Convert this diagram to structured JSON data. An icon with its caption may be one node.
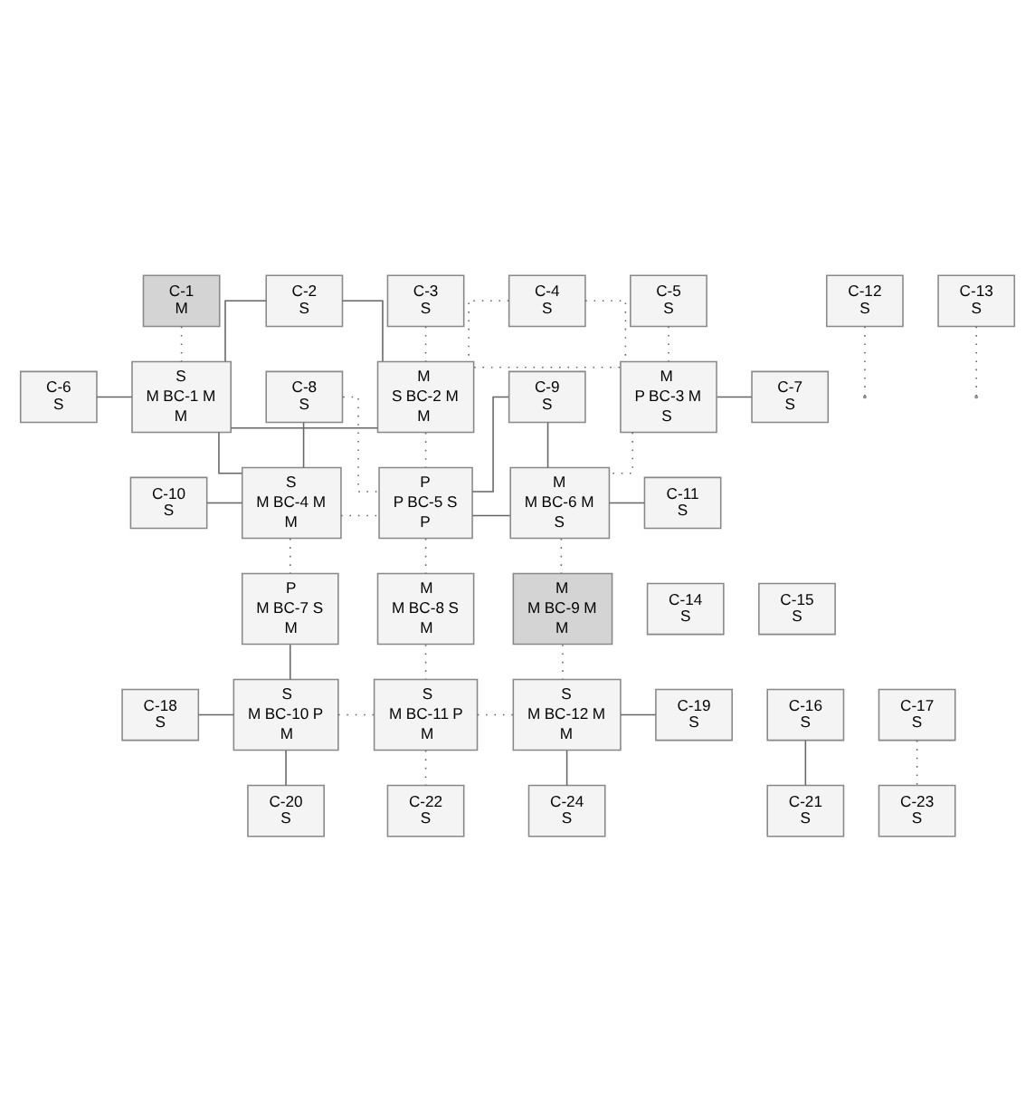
{
  "diagram": {
    "nodes": [
      {
        "text": [
          "C-1",
          "M"
        ]
      },
      {
        "text": [
          "C-2",
          "S"
        ]
      },
      {
        "text": [
          "C-3",
          "S"
        ]
      },
      {
        "text": [
          "C-4",
          "S"
        ]
      },
      {
        "text": [
          "C-5",
          "S"
        ]
      },
      {
        "text": [
          "C-6",
          "S"
        ]
      },
      {
        "text": [
          "S",
          "M",
          "BC-1",
          "M",
          "M"
        ]
      },
      {
        "text": [
          "M",
          "S",
          "BC-2",
          "M",
          "M"
        ]
      },
      {
        "text": [
          "M",
          "P",
          "BC-3",
          "M",
          "S"
        ]
      },
      {
        "text": [
          "C-7",
          "S"
        ]
      },
      {
        "text": [
          "C-8",
          "S"
        ]
      },
      {
        "text": [
          "C-9",
          "S"
        ]
      },
      {
        "text": [
          "C-10",
          "S"
        ]
      },
      {
        "text": [
          "S",
          "M",
          "BC-4",
          "M",
          "M"
        ]
      },
      {
        "text": [
          "P",
          "P",
          "BC-5",
          "S",
          "P"
        ]
      },
      {
        "text": [
          "M",
          "M",
          "BC-6",
          "M",
          "S"
        ]
      },
      {
        "text": [
          "C-11",
          "S"
        ]
      },
      {
        "text": [
          "C-12",
          "S"
        ]
      },
      {
        "text": [
          "C-13",
          "S"
        ]
      },
      {
        "text": [
          "C-14",
          "S"
        ]
      },
      {
        "text": [
          "P",
          "M",
          "BC-7",
          "S",
          "M"
        ]
      },
      {
        "text": [
          "M",
          "M",
          "BC-8",
          "S",
          "M"
        ]
      },
      {
        "text": [
          "M",
          "M",
          "BC-9",
          "M",
          "M"
        ]
      },
      {
        "text": [
          "C-15",
          "S"
        ]
      },
      {
        "text": [
          "C-16",
          "S"
        ]
      },
      {
        "text": [
          "C-17",
          "S"
        ]
      },
      {
        "text": [
          "C-18",
          "S"
        ]
      },
      {
        "text": [
          "S",
          "M",
          "BC-10",
          "P",
          "M"
        ]
      },
      {
        "text": [
          "S",
          "M",
          "BC-11",
          "P",
          "M"
        ]
      },
      {
        "text": [
          "S",
          "M",
          "BC-12",
          "M",
          "M"
        ]
      },
      {
        "text": [
          "C-19",
          "S"
        ]
      },
      {
        "text": [
          "C-20",
          "S"
        ]
      },
      {
        "text": [
          "C-21",
          "S"
        ]
      },
      {
        "text": [
          "C-22",
          "S"
        ]
      },
      {
        "text": [
          "C-23",
          "S"
        ]
      },
      {
        "text": [
          "C-24",
          "S"
        ]
      }
    ],
    "edges": [
      {
        "from": 0,
        "to": 6,
        "arrow": "none",
        "style": "dashed"
      },
      {
        "from": 1,
        "to": 6,
        "arrow": "none"
      },
      {
        "from": 1,
        "to": 7,
        "arrow": "none"
      },
      {
        "from": 6,
        "to": 7,
        "arrow": "none"
      },
      {
        "from": 2,
        "to": 7,
        "arrow": "none",
        "style": "dashed"
      },
      {
        "from": 3,
        "to": 7,
        "arrow": "none",
        "style": "dashed"
      },
      {
        "from": 3,
        "to": 8,
        "arrow": "none",
        "style": "dashed"
      },
      {
        "from": 7,
        "to": 8,
        "arrow": "none",
        "style": "dashed"
      },
      {
        "from": 4,
        "to": 8,
        "arrow": "none",
        "style": "dashed"
      },
      {
        "from": 5,
        "to": 6,
        "arrow": "none"
      },
      {
        "from": 8,
        "to": 9,
        "arrow": "none"
      },
      {
        "from": 6,
        "to": 13,
        "arrow": "none"
      },
      {
        "from": 7,
        "to": 14,
        "arrow": "none",
        "style": "dashed"
      },
      {
        "from": 8,
        "to": 15,
        "arrow": "none",
        "style": "dashed"
      },
      {
        "from": 10,
        "to": 13,
        "arrow": "none"
      },
      {
        "from": 10,
        "to": 14,
        "arrow": "none",
        "style": "dashed"
      },
      {
        "from": 13,
        "to": 14,
        "arrow": "none",
        "style": "dashed"
      },
      {
        "from": 11,
        "to": 14,
        "arrow": "none"
      },
      {
        "from": 11,
        "to": 15,
        "arrow": "none"
      },
      {
        "from": 14,
        "to": 15,
        "arrow": "none"
      },
      {
        "from": 12,
        "to": 13,
        "arrow": "none"
      },
      {
        "from": 15,
        "to": 16,
        "arrow": "none"
      },
      {
        "from": 13,
        "to": 20,
        "arrow": "none",
        "style": "dashed"
      },
      {
        "from": 14,
        "to": 21,
        "arrow": "none",
        "style": "dashed"
      },
      {
        "from": 15,
        "to": 22,
        "arrow": "none",
        "style": "dashed"
      },
      {
        "from": 17,
        "to": null,
        "arrow": "none",
        "style": "dashed"
      },
      {
        "from": 18,
        "to": null,
        "arrow": "none",
        "style": "dashed"
      },
      {
        "from": 20,
        "to": 27,
        "arrow": "none"
      },
      {
        "from": 21,
        "to": 28,
        "arrow": "none",
        "style": "dashed"
      },
      {
        "from": 22,
        "to": 29,
        "arrow": "none",
        "style": "dashed"
      },
      {
        "from": 24,
        "to": 32,
        "arrow": "none"
      },
      {
        "from": 25,
        "to": 34,
        "arrow": "none",
        "style": "dashed"
      },
      {
        "from": 27,
        "to": 28,
        "arrow": "none",
        "style": "dashed"
      },
      {
        "from": 28,
        "to": 29,
        "arrow": "none",
        "style": "dashed"
      },
      {
        "from": 26,
        "to": 27,
        "arrow": "none"
      },
      {
        "from": 29,
        "to": 30,
        "arrow": "none"
      },
      {
        "from": 27,
        "to": 31,
        "arrow": "none"
      },
      {
        "from": 28,
        "to": 33,
        "arrow": "none",
        "style": "dashed"
      },
      {
        "from": 29,
        "to": 35,
        "arrow": "none"
      }
    ]
  }
}
